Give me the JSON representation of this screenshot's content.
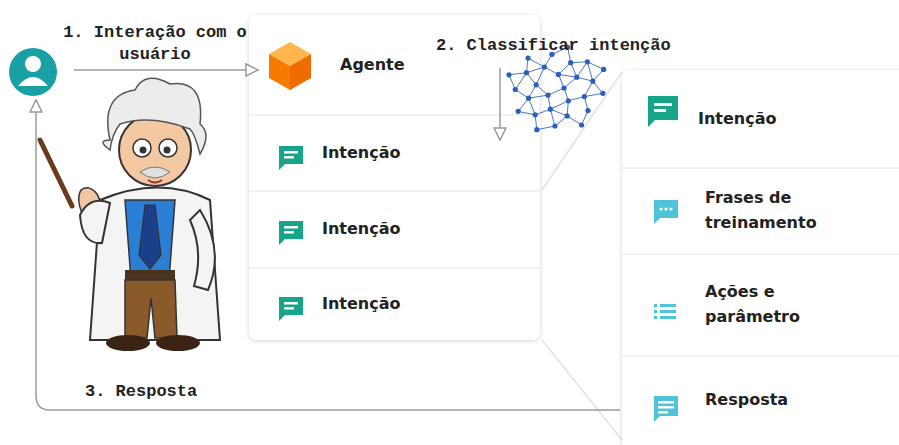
{
  "diagram": {
    "nodes": [
      {
        "text": [
          "Agente"
        ]
      },
      {
        "text": [
          "Intenção"
        ]
      },
      {
        "text": [
          "Intenção"
        ]
      },
      {
        "text": [
          "Intenção"
        ]
      },
      {
        "text": [
          "Intenção"
        ]
      },
      {
        "text": [
          "Frases de treinamento"
        ]
      },
      {
        "text": [
          "Ações e parâmetro"
        ]
      },
      {
        "text": [
          "Resposta"
        ]
      }
    ],
    "labels": [
      "1. Interação com o usuário",
      "2. Classificar intenção",
      "3. Resposta"
    ]
  }
}
